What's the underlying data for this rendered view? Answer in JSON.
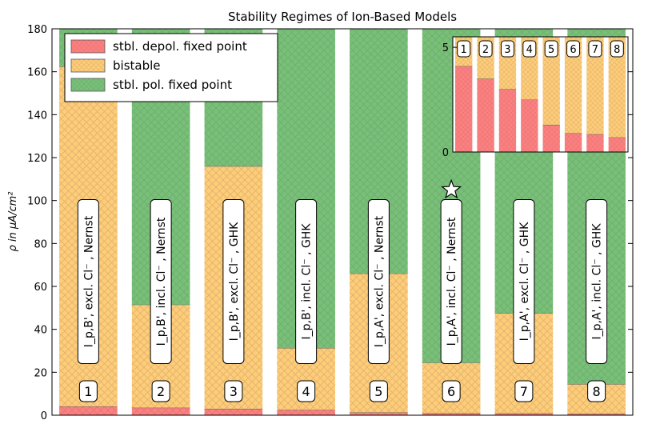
{
  "chart_data": {
    "type": "bar",
    "title": "Stability Regimes of Ion-Based Models",
    "ylabel": "ρ in μA/cm²",
    "ylim": [
      0,
      180
    ],
    "yticks": [
      0,
      20,
      40,
      60,
      80,
      100,
      120,
      140,
      160,
      180
    ],
    "grid": false,
    "legend_position": "top-left",
    "stacked": true,
    "categories": [
      "1",
      "2",
      "3",
      "4",
      "5",
      "6",
      "7",
      "8"
    ],
    "bar_labels": [
      "I_p,B', excl. Cl⁻ , Nernst",
      "I_p,B', incl. Cl⁻ , Nernst",
      "I_p,B', excl. Cl⁻ , GHK",
      "I_p,B', incl. Cl⁻ , GHK",
      "I_p,A', excl. Cl⁻ , Nernst",
      "I_p,A', incl. Cl⁻ , Nernst",
      "I_p,A', excl. Cl⁻ , GHK",
      "I_p,A', incl. Cl⁻ , GHK"
    ],
    "series": [
      {
        "name": "stbl. depol. fixed point",
        "color": "#ff7f7f",
        "values": [
          4.1,
          3.5,
          3.0,
          2.5,
          1.3,
          0.9,
          0.85,
          0.7
        ]
      },
      {
        "name": "bistable",
        "color": "#ffcc77",
        "values": [
          158.4,
          48.0,
          113.0,
          28.8,
          64.7,
          23.6,
          46.65,
          13.8
        ]
      },
      {
        "name": "stbl. pol. fixed point",
        "color": "#77c077",
        "values": [
          17.5,
          128.5,
          64.0,
          148.7,
          114.0,
          155.5,
          132.5,
          165.5
        ]
      }
    ],
    "annotations": [
      {
        "type": "star-marker",
        "bar": "6",
        "y": 105
      }
    ],
    "inset": {
      "type": "bar",
      "stacked": true,
      "categories": [
        "1",
        "2",
        "3",
        "4",
        "5",
        "6",
        "7",
        "8"
      ],
      "ylim": [
        0,
        5.5
      ],
      "yticks": [
        0,
        5
      ],
      "series": [
        {
          "name": "stbl. depol. fixed point",
          "values": [
            4.1,
            3.5,
            3.0,
            2.5,
            1.3,
            0.9,
            0.85,
            0.7
          ]
        },
        {
          "name": "bistable",
          "values": [
            1.4,
            2.0,
            2.5,
            3.0,
            4.2,
            4.6,
            4.65,
            4.8
          ]
        }
      ]
    }
  }
}
